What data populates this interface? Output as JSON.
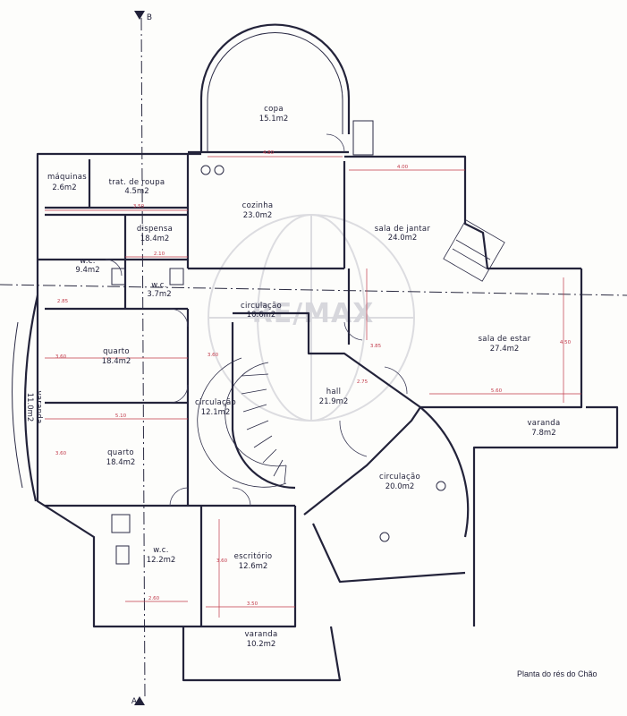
{
  "caption": "Planta do rés do Chão",
  "watermark": "RE/MAX",
  "section_marks": {
    "top": "B",
    "bottom": "A"
  },
  "rooms": {
    "copa": {
      "name": "copa",
      "area": "15.1m2"
    },
    "maquinas": {
      "name": "máquinas",
      "area": "2.6m2"
    },
    "trat_roupa": {
      "name": "trat. de roupa",
      "area": "4.5m2"
    },
    "cozinha": {
      "name": "cozinha",
      "area": "23.0m2"
    },
    "dispensa": {
      "name": "dispensa",
      "area": "18.4m2"
    },
    "wc_1": {
      "name": "w.c.",
      "area": "9.4m2"
    },
    "wc_2": {
      "name": "w.c.",
      "area": "3.7m2"
    },
    "sala_jantar": {
      "name": "sala de jantar",
      "area": "24.0m2"
    },
    "circulacao_1": {
      "name": "circulação",
      "area": "10.6m2"
    },
    "sala_estar": {
      "name": "sala de estar",
      "area": "27.4m2"
    },
    "quarto_1": {
      "name": "quarto",
      "area": "18.4m2"
    },
    "hall": {
      "name": "hall",
      "area": "21.9m2"
    },
    "circulacao_2": {
      "name": "circulação",
      "area": "12.1m2"
    },
    "varanda_1": {
      "name": "varanda",
      "area": "11.0m2"
    },
    "varanda_2": {
      "name": "varanda",
      "area": "7.8m2"
    },
    "quarto_2": {
      "name": "quarto",
      "area": "18.4m2"
    },
    "circulacao_3": {
      "name": "circulação",
      "area": "20.0m2"
    },
    "wc_3": {
      "name": "w.c.",
      "area": "12.2m2"
    },
    "escritorio": {
      "name": "escritório",
      "area": "12.6m2"
    },
    "varanda_3": {
      "name": "varanda",
      "area": "10.2m2"
    }
  },
  "dimensions": {
    "d1": "4.80",
    "d2": "3.50",
    "d3": "4.00",
    "d4": "2.10",
    "d5": "3.60",
    "d6": "5.10",
    "d7": "3.60",
    "d8": "2.60",
    "d9": "3.50",
    "d10": "5.60",
    "d11": "2.85",
    "d12": "3.60",
    "d13": "3.60",
    "d14": "4.50",
    "d15": "3.85",
    "d16": "2.75"
  }
}
